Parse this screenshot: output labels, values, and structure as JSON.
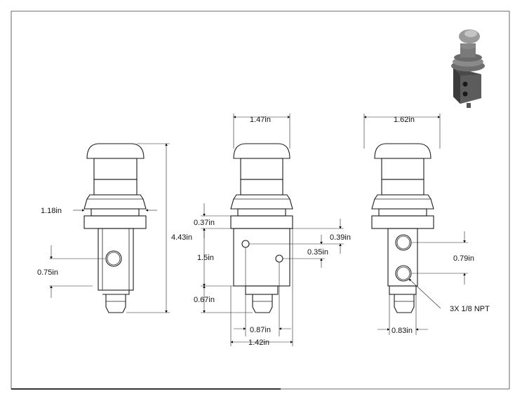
{
  "drawing": {
    "dimensions": {
      "front_collar_width": "1.18in",
      "front_port_offset": "0.75in",
      "overall_height": "4.43in",
      "side_body_width": "1.47in",
      "side_top_offset": "0.37in",
      "side_body_height": "1.5in",
      "side_bottom_offset": "0.67in",
      "side_port_top": "0.39in",
      "side_port_spacing": "0.35in",
      "side_port_horizontal": "0.87in",
      "side_base_width": "1.42in",
      "back_body_width": "1.62in",
      "back_port_spacing": "0.79in",
      "back_base_width": "0.83in"
    },
    "callout": "3X 1/8 NPT"
  },
  "colors": {
    "line": "#1a1a1a",
    "frame": "#6a6a6a",
    "render_body": "#5a5a5a",
    "render_cap": "#9a9a9a"
  }
}
